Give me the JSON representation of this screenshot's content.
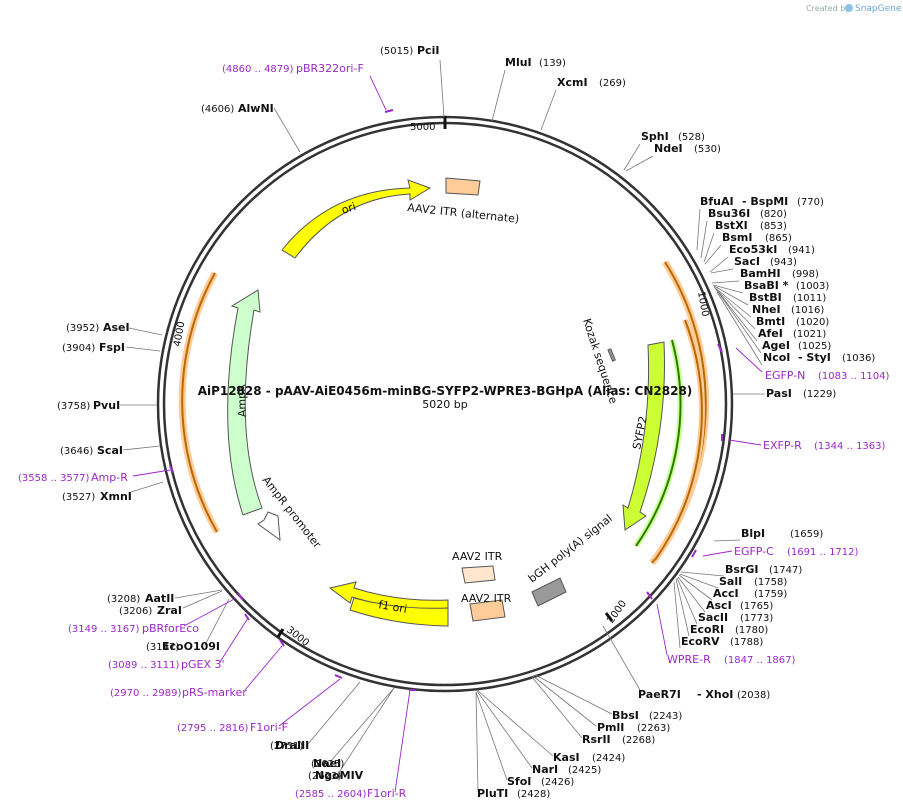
{
  "header": {
    "credit_prefix": "Created by",
    "credit_brand": "SnapGene"
  },
  "map": {
    "title": "AiP12828 - pAAV-AiE0456m-minBG-SYFP2-WPRE3-BGHpA (Alias: CN2828)",
    "size_label": "5020 bp",
    "total_bp": 5020
  },
  "ticks": [
    "1000",
    "2000",
    "3000",
    "4000",
    "5000"
  ],
  "features": [
    {
      "name": "ori",
      "label": "ori"
    },
    {
      "name": "aav2-itr-alternate",
      "label": "AAV2 ITR (alternate)"
    },
    {
      "name": "kozak",
      "label": "Kozak sequence"
    },
    {
      "name": "syfp2",
      "label": "SYFP2"
    },
    {
      "name": "bgh",
      "label": "bGH poly(A) signal"
    },
    {
      "name": "aav2-itr-a",
      "label": "AAV2 ITR"
    },
    {
      "name": "aav2-itr-b",
      "label": "AAV2 ITR"
    },
    {
      "name": "f1-ori",
      "label": "f1 ori"
    },
    {
      "name": "ampr-promoter",
      "label": "AmpR promoter"
    },
    {
      "name": "ampr",
      "label": "AmpR"
    }
  ],
  "sites": [
    {
      "name": "PciI",
      "pos": "(5015)"
    },
    {
      "name": "MluI",
      "pos": "(139)"
    },
    {
      "name": "XcmI",
      "pos": "(269)"
    },
    {
      "name": "SphI",
      "pos": "(528)"
    },
    {
      "name": "NdeI",
      "pos": "(530)"
    },
    {
      "name": "BfuAI",
      "pos": ""
    },
    {
      "name": "- BspMI",
      "pos": "(770)"
    },
    {
      "name": "Bsu36I",
      "pos": "(820)"
    },
    {
      "name": "BstXI",
      "pos": "(853)"
    },
    {
      "name": "BsmI",
      "pos": "(865)"
    },
    {
      "name": "Eco53kI",
      "pos": "(941)"
    },
    {
      "name": "SacI",
      "pos": "(943)"
    },
    {
      "name": "BamHI",
      "pos": "(998)"
    },
    {
      "name": "BsaBI *",
      "pos": "(1003)"
    },
    {
      "name": "BstBI",
      "pos": "(1011)"
    },
    {
      "name": "NheI",
      "pos": "(1016)"
    },
    {
      "name": "BmtI",
      "pos": "(1020)"
    },
    {
      "name": "AfeI",
      "pos": "(1021)"
    },
    {
      "name": "AgeI",
      "pos": "(1025)"
    },
    {
      "name": "NcoI",
      "pos": ""
    },
    {
      "name": "- StyI",
      "pos": "(1036)"
    },
    {
      "name": "PasI",
      "pos": "(1229)"
    },
    {
      "name": "BlpI",
      "pos": "(1659)"
    },
    {
      "name": "BsrGI",
      "pos": "(1747)"
    },
    {
      "name": "SalI",
      "pos": "(1758)"
    },
    {
      "name": "AccI",
      "pos": "(1759)"
    },
    {
      "name": "AscI",
      "pos": "(1765)"
    },
    {
      "name": "SacII",
      "pos": "(1773)"
    },
    {
      "name": "EcoRI",
      "pos": "(1780)"
    },
    {
      "name": "EcoRV",
      "pos": "(1788)"
    },
    {
      "name": "PaeR7I",
      "pos": ""
    },
    {
      "name": "- XhoI",
      "pos": "(2038)"
    },
    {
      "name": "BbsI",
      "pos": "(2243)"
    },
    {
      "name": "PmlI",
      "pos": "(2263)"
    },
    {
      "name": "RsrII",
      "pos": "(2268)"
    },
    {
      "name": "KasI",
      "pos": "(2424)"
    },
    {
      "name": "NarI",
      "pos": "(2425)"
    },
    {
      "name": "SfoI",
      "pos": "(2426)"
    },
    {
      "name": "PluTI",
      "pos": "(2428)"
    },
    {
      "name": "NaeI",
      "pos": "(2625)"
    },
    {
      "name": "NgoMIV",
      "pos": "(2623)"
    },
    {
      "name": "DraIII",
      "pos": "(2731)"
    },
    {
      "name": "EcoO109I",
      "pos": "(3147)"
    },
    {
      "name": "ZraI",
      "pos": "(3206)"
    },
    {
      "name": "AatII",
      "pos": "(3208)"
    },
    {
      "name": "XmnI",
      "pos": "(3527)"
    },
    {
      "name": "ScaI",
      "pos": "(3646)"
    },
    {
      "name": "PvuI",
      "pos": "(3758)"
    },
    {
      "name": "FspI",
      "pos": "(3904)"
    },
    {
      "name": "AseI",
      "pos": "(3952)"
    },
    {
      "name": "AlwNI",
      "pos": "(4606)"
    }
  ],
  "primers": [
    {
      "name": "pBR322ori-F",
      "range": "(4860 .. 4879)"
    },
    {
      "name": "EGFP-N",
      "range": "(1083 .. 1104)"
    },
    {
      "name": "EXFP-R",
      "range": "(1344 .. 1363)"
    },
    {
      "name": "EGFP-C",
      "range": "(1691 .. 1712)"
    },
    {
      "name": "WPRE-R",
      "range": "(1847 .. 1867)"
    },
    {
      "name": "F1ori-R",
      "range": "(2585 .. 2604)"
    },
    {
      "name": "F1ori-F",
      "range": "(2795 .. 2816)"
    },
    {
      "name": "pRS-marker",
      "range": "(2970 .. 2989)"
    },
    {
      "name": "pGEX 3'",
      "range": "(3089 .. 3111)"
    },
    {
      "name": "pBRforEco",
      "range": "(3149 .. 3167)"
    },
    {
      "name": "Amp-R",
      "range": "(3558 .. 3577)"
    }
  ],
  "colors": {
    "backbone": "#333333",
    "yellow": "#ffff00",
    "orange_itr": "#ffcc99",
    "ampr_green": "#ccffcc",
    "primer_purple": "#9b28c8",
    "syfp2_green": "#ccff33",
    "bgh_gray": "#999999"
  }
}
